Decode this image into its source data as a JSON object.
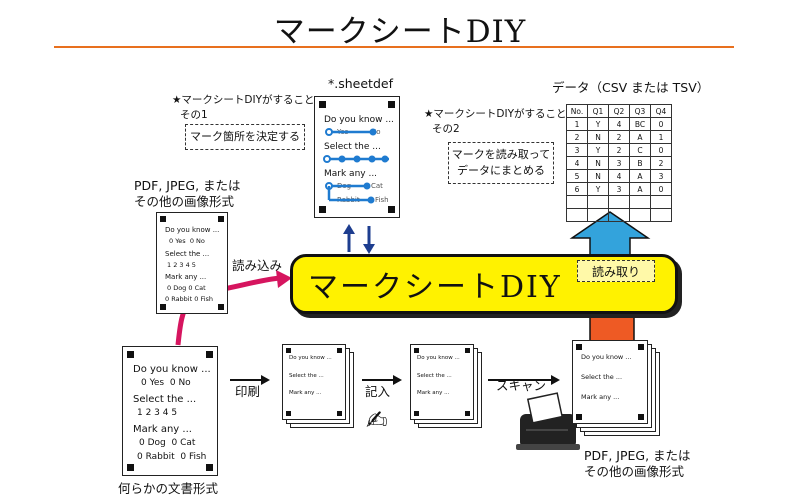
{
  "title": "マークシートDIY",
  "colors": {
    "accent": "#e8701e",
    "banner": "#fff200",
    "magenta": "#d6155f",
    "blue": "#33a3dc",
    "orange": "#ee5a24",
    "navy": "#1d3d8f"
  },
  "note1": {
    "line1": "★マークシートDIYがすること",
    "line2": "その1",
    "box": "マーク箇所を決定する"
  },
  "note2": {
    "line1": "★マークシートDIYがすること",
    "line2": "その2",
    "box_line1": "マークを読み取って",
    "box_line2": "データにまとめる"
  },
  "sheetdef_label": "*.sheetdef",
  "data_label": "データ（CSV または TSV）",
  "table": {
    "header": [
      "No.",
      "Q1",
      "Q2",
      "Q3",
      "Q4"
    ],
    "rows": [
      [
        "1",
        "Y",
        "4",
        "BC",
        "0"
      ],
      [
        "2",
        "N",
        "2",
        "A",
        "1"
      ],
      [
        "3",
        "Y",
        "2",
        "C",
        "0"
      ],
      [
        "4",
        "N",
        "3",
        "B",
        "2"
      ],
      [
        "5",
        "N",
        "4",
        "A",
        "3"
      ],
      [
        "6",
        "Y",
        "3",
        "A",
        "0"
      ]
    ]
  },
  "pdf_label_top": {
    "line1": "PDF, JPEG, または",
    "line2": "その他の画像形式"
  },
  "pdf_label_bottom": {
    "line1": "PDF, JPEG, または",
    "line2": "その他の画像形式"
  },
  "yomikomi": "読み込み",
  "banner_text": "マークシートDIY",
  "yomitori": "読み取り",
  "insatsu": "印刷",
  "kinyu": "記入",
  "scan": "スキャン",
  "doc_label": "何らかの文書形式",
  "sheet": {
    "q1": "Do you know ...",
    "q1_opt_a": "Yes",
    "q1_opt_b": "No",
    "q2": "Select the ...",
    "q2_opts": "1  2  3  4  5",
    "q3": "Mark any ...",
    "q3_opt_a": "Dog",
    "q3_opt_b": "Cat",
    "q3_opt_c": "Rabbit",
    "q3_opt_d": "Fish"
  },
  "icons": {
    "pen": "writing-hand-icon",
    "scanner": "scanner-icon"
  }
}
